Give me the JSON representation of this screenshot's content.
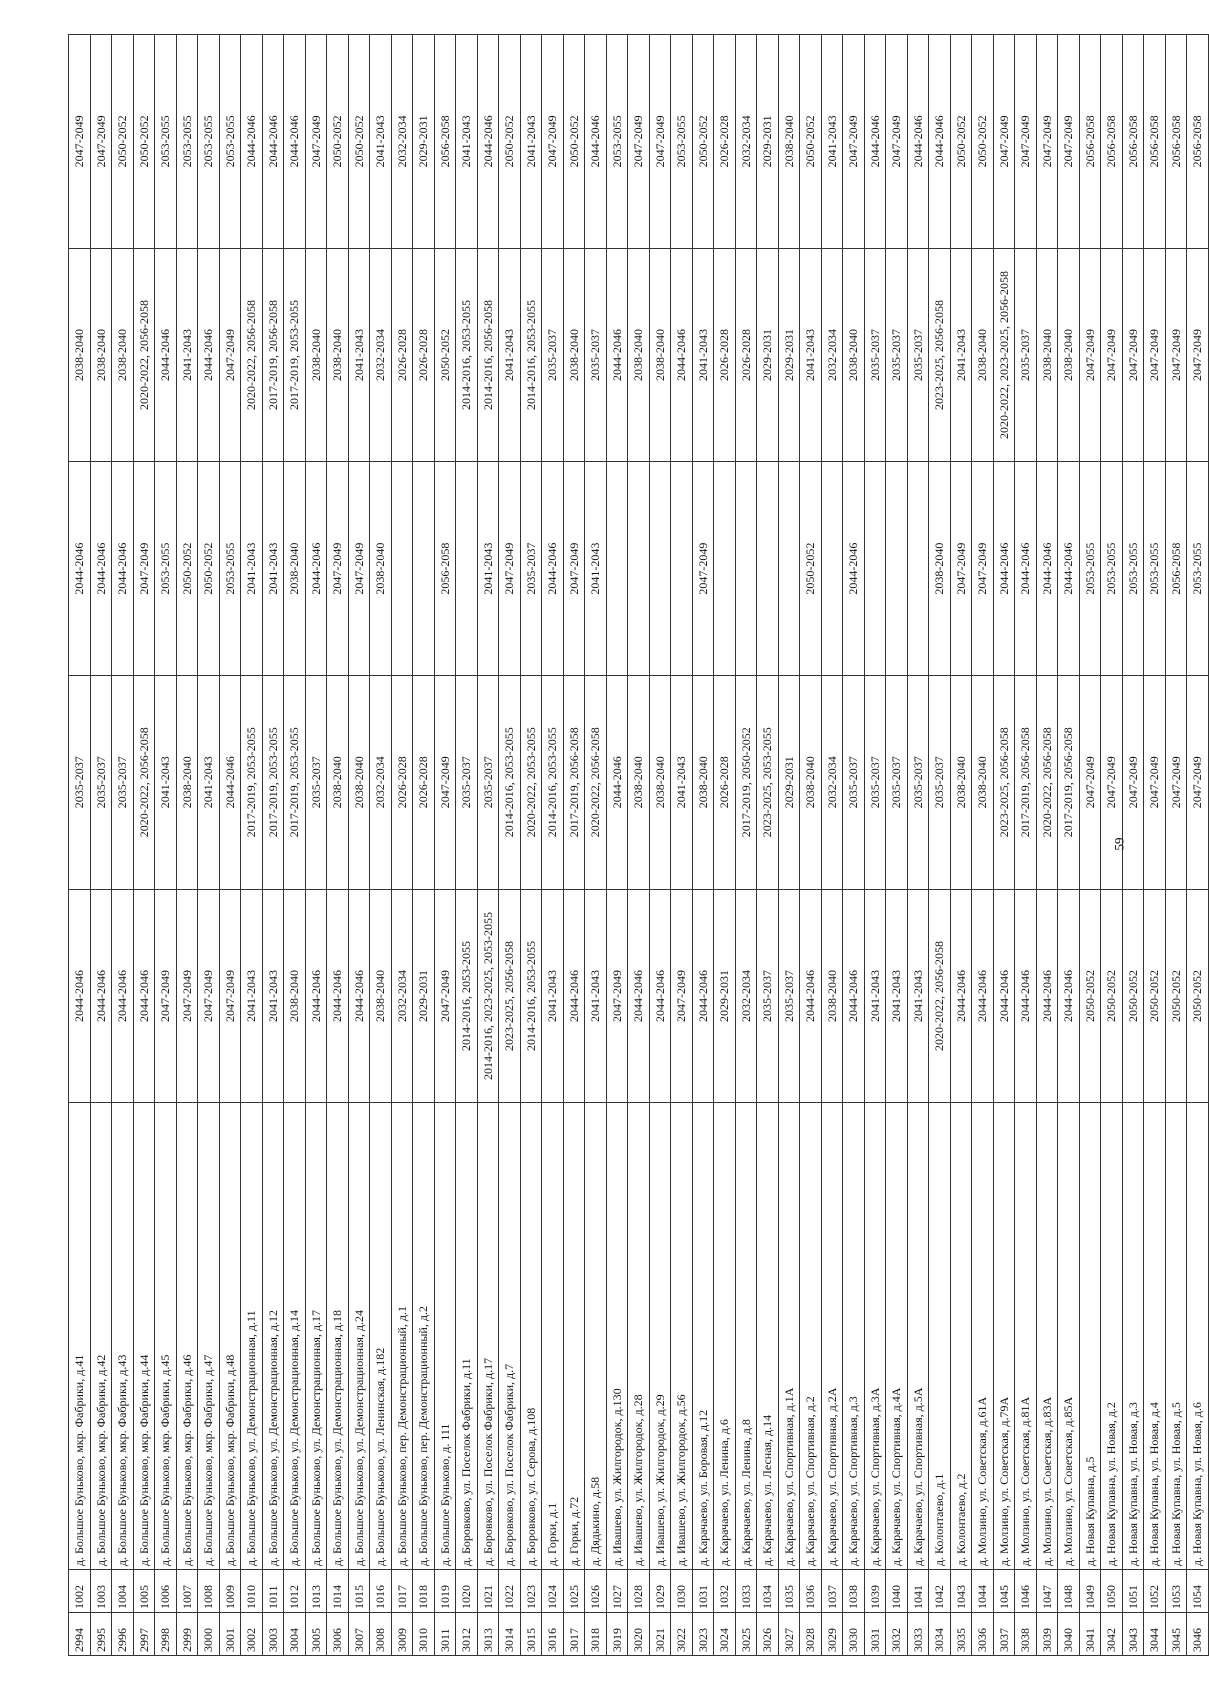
{
  "page_number": "59",
  "rows": [
    [
      "2994",
      "1002",
      "д. Большое Буньково, мкр. Фабрики, д.41",
      "2044-2046",
      "2035-2037",
      "2044-2046",
      "2038-2040",
      "2047-2049"
    ],
    [
      "2995",
      "1003",
      "д. Большое Буньково, мкр. Фабрики, д.42",
      "2044-2046",
      "2035-2037",
      "2044-2046",
      "2038-2040",
      "2047-2049"
    ],
    [
      "2996",
      "1004",
      "д. Большое Буньково, мкр. Фабрики, д.43",
      "2044-2046",
      "2035-2037",
      "2044-2046",
      "2038-2040",
      "2050-2052"
    ],
    [
      "2997",
      "1005",
      "д. Большое Буньково, мкр. Фабрики, д.44",
      "2044-2046",
      "2020-2022, 2056-2058",
      "2047-2049",
      "2020-2022, 2056-2058",
      "2050-2052"
    ],
    [
      "2998",
      "1006",
      "д. Большое Буньково, мкр. Фабрики, д.45",
      "2047-2049",
      "2041-2043",
      "2053-2055",
      "2044-2046",
      "2053-2055"
    ],
    [
      "2999",
      "1007",
      "д. Большое Буньково, мкр. Фабрики, д.46",
      "2047-2049",
      "2038-2040",
      "2050-2052",
      "2041-2043",
      "2053-2055"
    ],
    [
      "3000",
      "1008",
      "д. Большое Буньково, мкр. Фабрики, д.47",
      "2047-2049",
      "2041-2043",
      "2050-2052",
      "2044-2046",
      "2053-2055"
    ],
    [
      "3001",
      "1009",
      "д. Большое Буньково, мкр. Фабрики, д.48",
      "2047-2049",
      "2044-2046",
      "2053-2055",
      "2047-2049",
      "2053-2055"
    ],
    [
      "3002",
      "1010",
      "д. Большое Буньково, ул. Демонстрационная, д.11",
      "2041-2043",
      "2017-2019, 2053-2055",
      "2041-2043",
      "2020-2022, 2056-2058",
      "2044-2046"
    ],
    [
      "3003",
      "1011",
      "д. Большое Буньково, ул. Демонстрационная, д.12",
      "2041-2043",
      "2017-2019, 2053-2055",
      "2041-2043",
      "2017-2019, 2056-2058",
      "2044-2046"
    ],
    [
      "3004",
      "1012",
      "д. Большое Буньково, ул. Демонстрационная, д.14",
      "2038-2040",
      "2017-2019, 2053-2055",
      "2038-2040",
      "2017-2019, 2053-2055",
      "2044-2046"
    ],
    [
      "3005",
      "1013",
      "д. Большое Буньково, ул. Демонстрационная, д.17",
      "2044-2046",
      "2035-2037",
      "2044-2046",
      "2038-2040",
      "2047-2049"
    ],
    [
      "3006",
      "1014",
      "д. Большое Буньково, ул. Демонстрационная, д.18",
      "2044-2046",
      "2038-2040",
      "2047-2049",
      "2038-2040",
      "2050-2052"
    ],
    [
      "3007",
      "1015",
      "д. Большое Буньково, ул. Демонстрационная, д.24",
      "2044-2046",
      "2038-2040",
      "2047-2049",
      "2041-2043",
      "2050-2052"
    ],
    [
      "3008",
      "1016",
      "д. Большое Буньково, ул. Ленинская, д.182",
      "2038-2040",
      "2032-2034",
      "2038-2040",
      "2032-2034",
      "2041-2043"
    ],
    [
      "3009",
      "1017",
      "д. Большое Буньково, пер. Демонстрационный, д.1",
      "2032-2034",
      "2026-2028",
      "",
      "2026-2028",
      "2032-2034"
    ],
    [
      "3010",
      "1018",
      "д. Большое Буньково, пер. Демонстрационный, д.2",
      "2029-2031",
      "2026-2028",
      "",
      "2026-2028",
      "2029-2031"
    ],
    [
      "3011",
      "1019",
      "д. Большое Буньково, д. 111",
      "2047-2049",
      "2047-2049",
      "2056-2058",
      "2050-2052",
      "2056-2058"
    ],
    [
      "3012",
      "1020",
      "д. Боровково, ул. Поселок Фабрики, д.11",
      "2014-2016, 2053-2055",
      "2035-2037",
      "",
      "2014-2016, 2053-2055",
      "2041-2043"
    ],
    [
      "3013",
      "1021",
      "д. Боровково, ул. Поселок Фабрики, д.17",
      "2014-2016, 2023-2025, 2053-2055",
      "2035-2037",
      "2041-2043",
      "2014-2016, 2056-2058",
      "2044-2046"
    ],
    [
      "3014",
      "1022",
      "д. Боровково, ул. Поселок Фабрики, д.7",
      "2023-2025, 2056-2058",
      "2014-2016, 2053-2055",
      "2047-2049",
      "2041-2043",
      "2050-2052"
    ],
    [
      "3015",
      "1023",
      "д. Боровково, ул. Серова, д.108",
      "2014-2016, 2053-2055",
      "2020-2022, 2053-2055",
      "2035-2037",
      "2014-2016, 2053-2055",
      "2041-2043"
    ],
    [
      "3016",
      "1024",
      "д. Горки, д.1",
      "2041-2043",
      "2014-2016, 2053-2055",
      "2044-2046",
      "2035-2037",
      "2047-2049"
    ],
    [
      "3017",
      "1025",
      "д. Горки, д.72",
      "2044-2046",
      "2017-2019, 2056-2058",
      "2047-2049",
      "2038-2040",
      "2050-2052"
    ],
    [
      "3018",
      "1026",
      "д. Дядькино, д.58",
      "2041-2043",
      "2020-2022, 2056-2058",
      "2041-2043",
      "2035-2037",
      "2044-2046"
    ],
    [
      "3019",
      "1027",
      "д. Ивашево, ул. Жилгородок, д.130",
      "2047-2049",
      "2044-2046",
      "",
      "2044-2046",
      "2053-2055"
    ],
    [
      "3020",
      "1028",
      "д. Ивашево, ул. Жилгородок, д.28",
      "2044-2046",
      "2038-2040",
      "",
      "2038-2040",
      "2047-2049"
    ],
    [
      "3021",
      "1029",
      "д. Ивашево, ул. Жилгородок, д.29",
      "2044-2046",
      "2038-2040",
      "",
      "2038-2040",
      "2047-2049"
    ],
    [
      "3022",
      "1030",
      "д. Ивашево, ул. Жилгородок, д.56",
      "2047-2049",
      "2041-2043",
      "",
      "2044-2046",
      "2053-2055"
    ],
    [
      "3023",
      "1031",
      "д. Карачаево, ул. Боровая, д.12",
      "2044-2046",
      "2038-2040",
      "2047-2049",
      "2041-2043",
      "2050-2052"
    ],
    [
      "3024",
      "1032",
      "д. Карачаево, ул. Ленина, д.6",
      "2029-2031",
      "2026-2028",
      "",
      "2026-2028",
      "2026-2028"
    ],
    [
      "3025",
      "1033",
      "д. Карачаево, ул. Ленина, д.8",
      "2032-2034",
      "2017-2019, 2050-2052",
      "",
      "2026-2028",
      "2032-2034"
    ],
    [
      "3026",
      "1034",
      "д. Карачаево, ул. Лесная, д.14",
      "2035-2037",
      "2023-2025, 2053-2055",
      "",
      "2029-2031",
      "2029-2031"
    ],
    [
      "3027",
      "1035",
      "д. Карачаево, ул. Спортивная, д.1А",
      "2035-2037",
      "2029-2031",
      "",
      "2029-2031",
      "2038-2040"
    ],
    [
      "3028",
      "1036",
      "д. Карачаево, ул. Спортивная, д.2",
      "2044-2046",
      "2038-2040",
      "2050-2052",
      "2041-2043",
      "2050-2052"
    ],
    [
      "3029",
      "1037",
      "д. Карачаево, ул. Спортивная, д.2А",
      "2038-2040",
      "2032-2034",
      "",
      "2032-2034",
      "2041-2043"
    ],
    [
      "3030",
      "1038",
      "д. Карачаево, ул. Спортивная, д.3",
      "2044-2046",
      "2035-2037",
      "2044-2046",
      "2038-2040",
      "2047-2049"
    ],
    [
      "3031",
      "1039",
      "д. Карачаево, ул. Спортивная, д.3А",
      "2041-2043",
      "2035-2037",
      "",
      "2035-2037",
      "2044-2046"
    ],
    [
      "3032",
      "1040",
      "д. Карачаево, ул. Спортивная, д.4А",
      "2041-2043",
      "2035-2037",
      "",
      "2035-2037",
      "2047-2049"
    ],
    [
      "3033",
      "1041",
      "д. Карачаево, ул. Спортивная, д.5А",
      "2041-2043",
      "2035-2037",
      "",
      "2035-2037",
      "2044-2046"
    ],
    [
      "3034",
      "1042",
      "д. Колонтаево, д.1",
      "2020-2022, 2056-2058",
      "2035-2037",
      "2038-2040",
      "2023-2025, 2056-2058",
      "2044-2046"
    ],
    [
      "3035",
      "1043",
      "д. Колонтаево, д.2",
      "2044-2046",
      "2038-2040",
      "2047-2049",
      "2041-2043",
      "2050-2052"
    ],
    [
      "3036",
      "1044",
      "д. Молзино, ул. Советская, д.61А",
      "2044-2046",
      "2038-2040",
      "2047-2049",
      "2038-2040",
      "2050-2052"
    ],
    [
      "3037",
      "1045",
      "д. Молзино, ул. Советская, д.79А",
      "2044-2046",
      "2023-2025, 2056-2058",
      "2044-2046",
      "2020-2022, 2023-2025, 2056-2058",
      "2047-2049"
    ],
    [
      "3038",
      "1046",
      "д. Молзино, ул. Советская, д.81А",
      "2044-2046",
      "2017-2019, 2056-2058",
      "2044-2046",
      "2035-2037",
      "2047-2049"
    ],
    [
      "3039",
      "1047",
      "д. Молзино, ул. Советская, д.83А",
      "2044-2046",
      "2020-2022, 2056-2058",
      "2044-2046",
      "2038-2040",
      "2047-2049"
    ],
    [
      "3040",
      "1048",
      "д. Молзино, ул. Советская, д.85А",
      "2044-2046",
      "2017-2019, 2056-2058",
      "2044-2046",
      "2038-2040",
      "2047-2049"
    ],
    [
      "3041",
      "1049",
      "д. Новая Купавна, д.5",
      "2050-2052",
      "2047-2049",
      "2053-2055",
      "2047-2049",
      "2056-2058"
    ],
    [
      "3042",
      "1050",
      "д. Новая Купавна, ул. Новая, д.2",
      "2050-2052",
      "2047-2049",
      "2053-2055",
      "2047-2049",
      "2056-2058"
    ],
    [
      "3043",
      "1051",
      "д. Новая Купавна, ул. Новая, д.3",
      "2050-2052",
      "2047-2049",
      "2053-2055",
      "2047-2049",
      "2056-2058"
    ],
    [
      "3044",
      "1052",
      "д. Новая Купавна, ул. Новая, д.4",
      "2050-2052",
      "2047-2049",
      "2053-2055",
      "2047-2049",
      "2056-2058"
    ],
    [
      "3045",
      "1053",
      "д. Новая Купавна, ул. Новая, д.5",
      "2050-2052",
      "2047-2049",
      "2056-2058",
      "2047-2049",
      "2056-2058"
    ],
    [
      "3046",
      "1054",
      "д. Новая Купавна, ул. Новая, д.6",
      "2050-2052",
      "2047-2049",
      "2053-2055",
      "2047-2049",
      "2056-2058"
    ]
  ]
}
